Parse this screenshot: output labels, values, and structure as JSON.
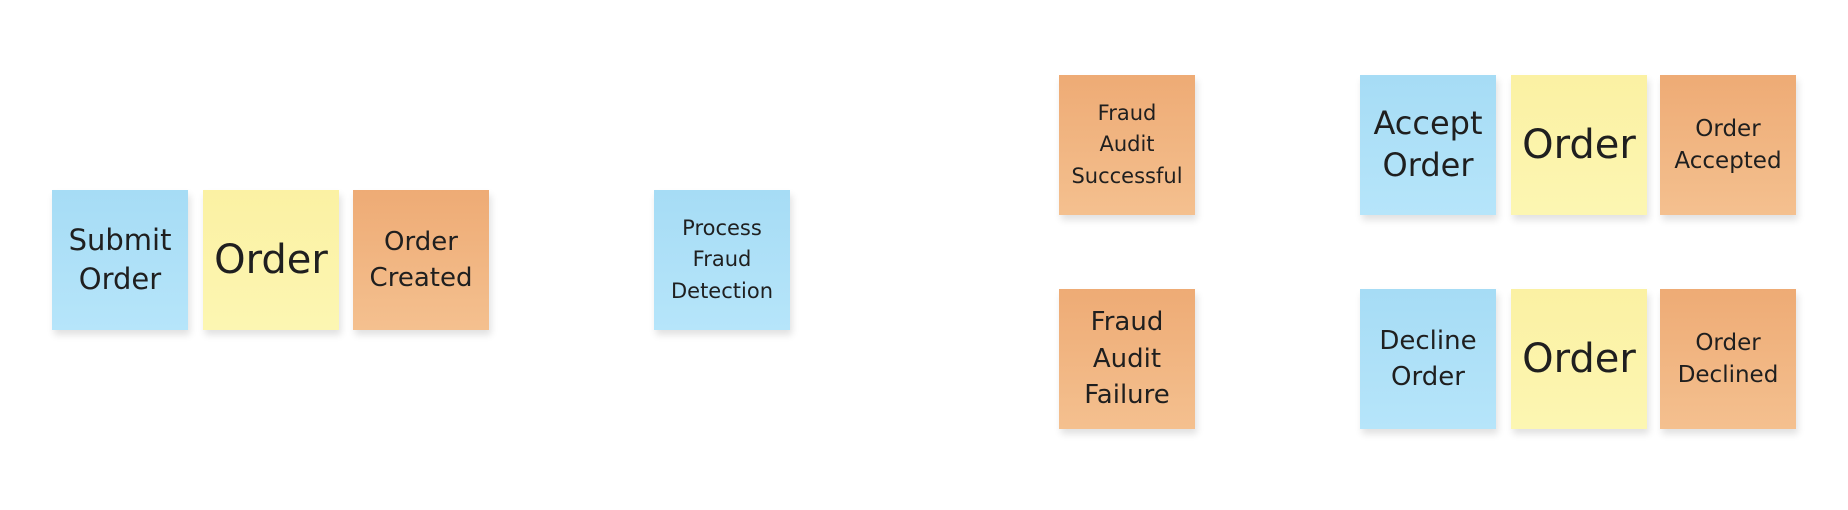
{
  "colors": {
    "command": "#a6dcf5",
    "aggregate": "#fbf1a3",
    "event": "#eeab75",
    "background": "#ffffff"
  },
  "stickies": {
    "submit_order": "Submit\nOrder",
    "order_1": "Order",
    "order_created": "Order\nCreated",
    "process_fraud_detection": "Process\nFraud\nDetection",
    "fraud_audit_successful": "Fraud\nAudit\nSuccessful",
    "fraud_audit_failure": "Fraud\nAudit\nFailure",
    "accept_order": "Accept\nOrder",
    "order_2": "Order",
    "order_accepted": "Order\nAccepted",
    "decline_order": "Decline\nOrder",
    "order_3": "Order",
    "order_declined": "Order\nDeclined"
  }
}
